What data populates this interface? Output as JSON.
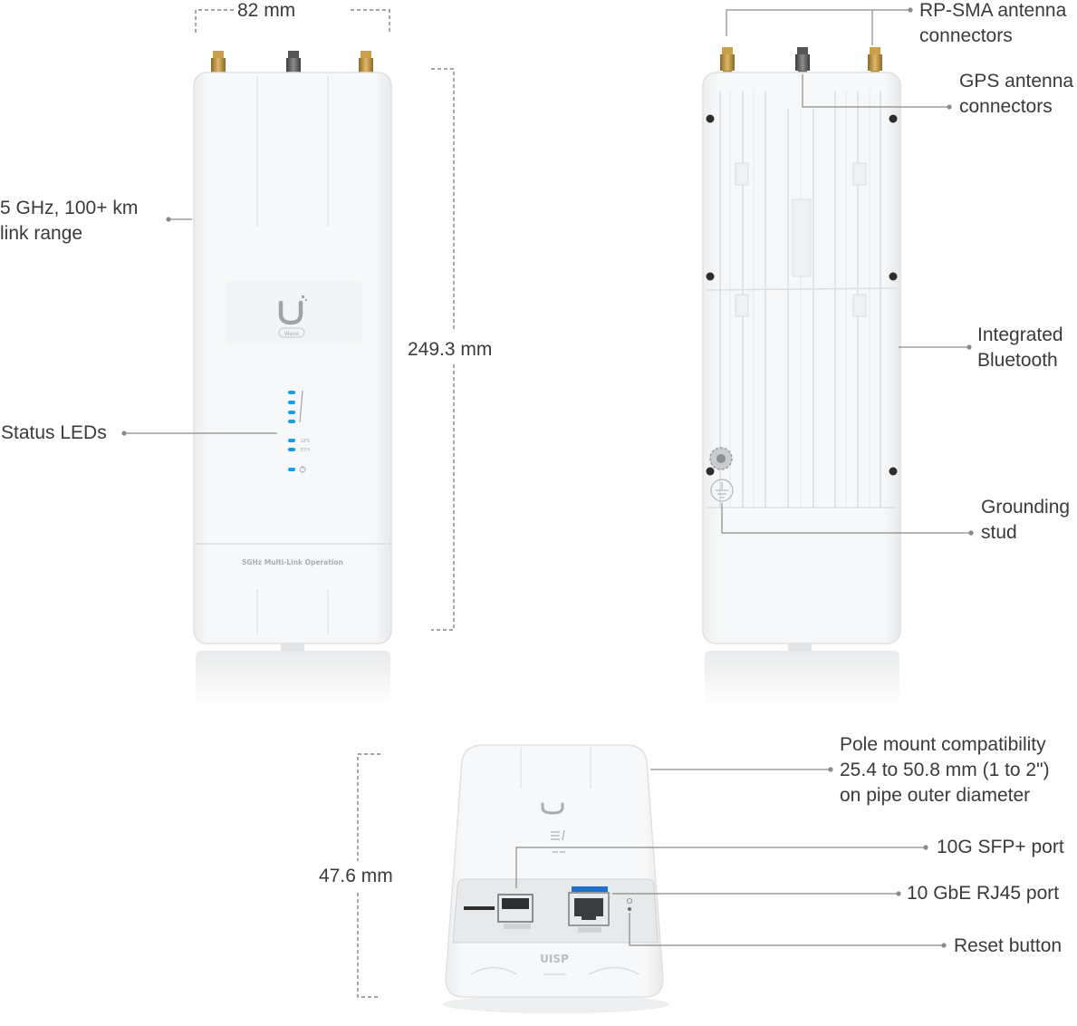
{
  "dimensions": {
    "width": "82 mm",
    "height": "249.3 mm",
    "depth": "47.6 mm"
  },
  "callouts": {
    "link_range": [
      "5 GHz, 100+ km",
      "link range"
    ],
    "status_leds": "Status LEDs",
    "rp_sma": [
      "RP-SMA antenna",
      "connectors"
    ],
    "gps": [
      "GPS antenna",
      "connectors"
    ],
    "bluetooth": [
      "Integrated",
      "Bluetooth"
    ],
    "grounding": [
      "Grounding",
      "stud"
    ],
    "pole_mount": [
      "Pole mount compatibility",
      "25.4 to 50.8 mm (1 to 2\")",
      "on pipe outer diameter"
    ],
    "sfp": "10G SFP+ port",
    "rj45": "10 GbE RJ45 port",
    "reset": "Reset button"
  },
  "device_text": {
    "front_band": "5GHz Multi-Link Operation",
    "brand": "UISP",
    "logo_tag": "Wave",
    "led_gps": "GPS",
    "led_eth": "ETH"
  },
  "colors": {
    "body": "#f4f5f6",
    "body_edge": "#dfe1e3",
    "led": "#1a9be6",
    "line": "#8a8a8a",
    "logo": "#9ea3aa"
  },
  "icons": [
    "power-icon",
    "ground-icon"
  ]
}
